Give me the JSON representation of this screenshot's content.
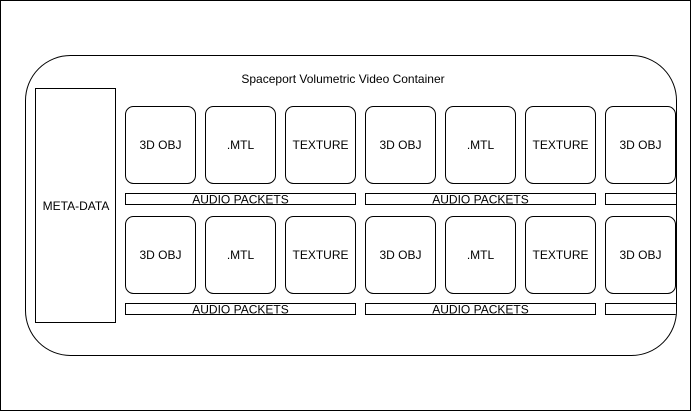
{
  "container": {
    "title": "Spaceport Volumetric Video Container"
  },
  "metadata": {
    "label": "META-DATA"
  },
  "frames": [
    {
      "rows": [
        {
          "tiles": [
            "3D OBJ",
            ".MTL",
            "TEXTURE"
          ],
          "audio": "AUDIO PACKETS"
        },
        {
          "tiles": [
            "3D OBJ",
            ".MTL",
            "TEXTURE"
          ],
          "audio": "AUDIO PACKETS"
        }
      ]
    },
    {
      "rows": [
        {
          "tiles": [
            "3D OBJ",
            ".MTL",
            "TEXTURE"
          ],
          "audio": "AUDIO PACKETS"
        },
        {
          "tiles": [
            "3D OBJ",
            ".MTL",
            "TEXTURE"
          ],
          "audio": "AUDIO PACKETS"
        }
      ]
    },
    {
      "rows": [
        {
          "tiles": [
            "3D OBJ"
          ],
          "audio": ""
        },
        {
          "tiles": [
            "3D OBJ"
          ],
          "audio": ""
        }
      ]
    }
  ],
  "colors": {
    "stroke": "#000000",
    "fill": "#ffffff"
  }
}
